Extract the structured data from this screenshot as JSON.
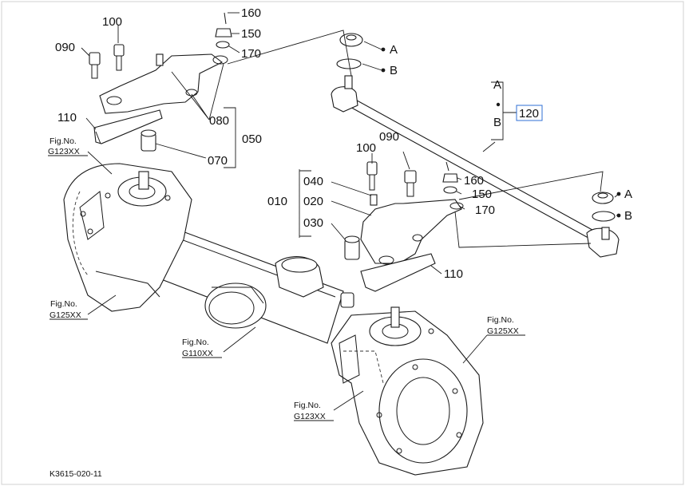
{
  "parts": {
    "p160a": "160",
    "p150a": "150",
    "p170a": "170",
    "p100a": "100",
    "p090a": "090",
    "p110a": "110",
    "p080": "080",
    "p050": "050",
    "p070": "070",
    "pA1": "A",
    "pB1": "B",
    "p120A": "A",
    "p120B": "B",
    "p120": "120",
    "p090b": "090",
    "p100b": "100",
    "p160b": "160",
    "p150b": "150",
    "p170b": "170",
    "p040": "040",
    "p010": "010",
    "p020": "020",
    "p030": "030",
    "p110b": "110",
    "pA2": "A",
    "pB2": "B"
  },
  "figs": {
    "f1a": "Fig.No.",
    "f1b": "G123XX",
    "f2a": "Fig.No.",
    "f2b": "G125XX",
    "f3a": "Fig.No.",
    "f3b": "G110XX",
    "f4a": "Fig.No.",
    "f4b": "G125XX",
    "f5a": "Fig.No.",
    "f5b": "G123XX"
  },
  "footer": {
    "code": "K3615-020-11"
  },
  "colors": {
    "line": "#1a1a1a",
    "selection": "#2f6fd6",
    "frame": "#d0d0d0"
  }
}
